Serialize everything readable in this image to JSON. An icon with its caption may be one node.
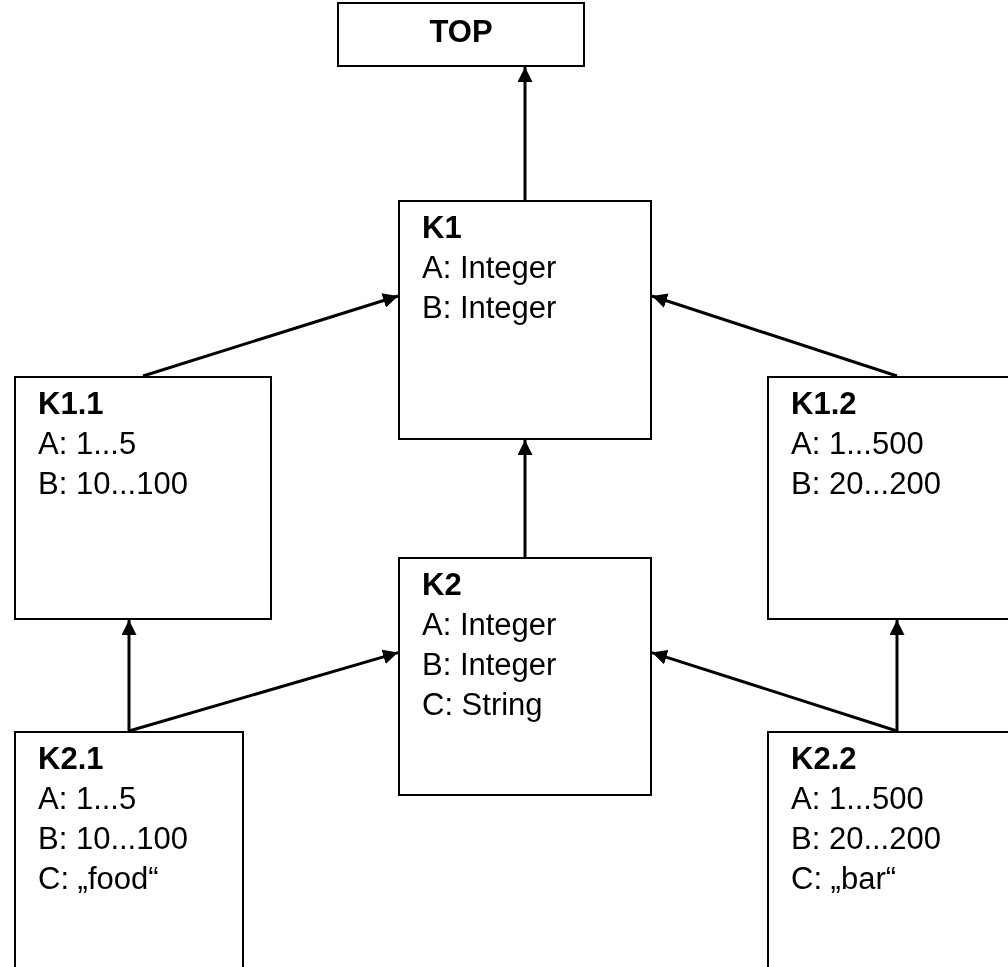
{
  "diagram": {
    "nodes": [
      {
        "text": [
          "TOP"
        ]
      },
      {
        "text": [
          "K1",
          "A: Integer",
          "B: Integer"
        ]
      },
      {
        "text": [
          "K1.1",
          "A: 1...5",
          "B: 10...100"
        ]
      },
      {
        "text": [
          "K1.2",
          "A: 1...500",
          "B: 20...200"
        ]
      },
      {
        "text": [
          "K2",
          "A: Integer",
          "B: Integer",
          "C: String"
        ]
      },
      {
        "text": [
          "K2.1",
          "A: 1...5",
          "B: 10...100",
          "C: „food“"
        ]
      },
      {
        "text": [
          "K2.2",
          "A: 1...500",
          "B: 20...200",
          "C: „bar“"
        ]
      }
    ],
    "edges": [
      {
        "from": 1,
        "to": 0,
        "arrow": "to"
      },
      {
        "from": 2,
        "to": 1,
        "arrow": "to"
      },
      {
        "from": 3,
        "to": 1,
        "arrow": "to"
      },
      {
        "from": 4,
        "to": 1,
        "arrow": "to"
      },
      {
        "from": 5,
        "to": 2,
        "arrow": "to"
      },
      {
        "from": 5,
        "to": 4,
        "arrow": "to"
      },
      {
        "from": 6,
        "to": 4,
        "arrow": "to"
      },
      {
        "from": 6,
        "to": 3,
        "arrow": "to"
      }
    ]
  }
}
